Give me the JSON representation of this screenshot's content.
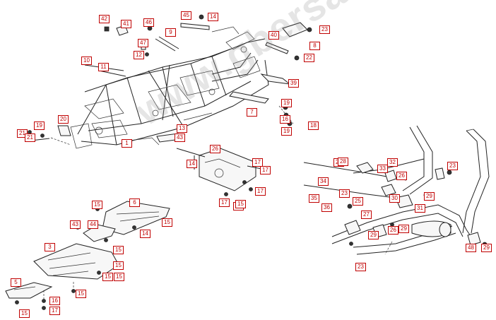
{
  "watermark": "www.gbersatzteile.de",
  "colors": {
    "callout": "#c00000",
    "line": "#222222",
    "watermark": "#969696"
  },
  "callouts": [
    {
      "n": "42"
    },
    {
      "n": "41"
    },
    {
      "n": "46"
    },
    {
      "n": "9"
    },
    {
      "n": "45"
    },
    {
      "n": "14"
    },
    {
      "n": "47"
    },
    {
      "n": "12"
    },
    {
      "n": "10"
    },
    {
      "n": "11"
    },
    {
      "n": "40"
    },
    {
      "n": "23"
    },
    {
      "n": "8"
    },
    {
      "n": "22"
    },
    {
      "n": "39"
    },
    {
      "n": "7"
    },
    {
      "n": "19"
    },
    {
      "n": "16"
    },
    {
      "n": "18"
    },
    {
      "n": "19"
    },
    {
      "n": "20"
    },
    {
      "n": "21"
    },
    {
      "n": "19"
    },
    {
      "n": "21"
    },
    {
      "n": "13"
    },
    {
      "n": "43"
    },
    {
      "n": "1"
    },
    {
      "n": "14"
    },
    {
      "n": "26"
    },
    {
      "n": "17"
    },
    {
      "n": "17"
    },
    {
      "n": "17"
    },
    {
      "n": "17"
    },
    {
      "n": "15"
    },
    {
      "n": "25"
    },
    {
      "n": "33"
    },
    {
      "n": "32"
    },
    {
      "n": "26"
    },
    {
      "n": "23"
    },
    {
      "n": "28"
    },
    {
      "n": "34"
    },
    {
      "n": "23"
    },
    {
      "n": "30"
    },
    {
      "n": "35"
    },
    {
      "n": "36"
    },
    {
      "n": "31"
    },
    {
      "n": "27"
    },
    {
      "n": "25"
    },
    {
      "n": "29"
    },
    {
      "n": "29"
    },
    {
      "n": "26"
    },
    {
      "n": "29"
    },
    {
      "n": "23"
    },
    {
      "n": "48"
    },
    {
      "n": "29"
    },
    {
      "n": "15"
    },
    {
      "n": "6"
    },
    {
      "n": "43"
    },
    {
      "n": "44"
    },
    {
      "n": "15"
    },
    {
      "n": "14"
    },
    {
      "n": "15"
    },
    {
      "n": "3"
    },
    {
      "n": "15"
    },
    {
      "n": "15"
    },
    {
      "n": "15"
    },
    {
      "n": "5"
    },
    {
      "n": "15"
    },
    {
      "n": "16"
    },
    {
      "n": "17"
    },
    {
      "n": "15"
    },
    {
      "n": "15"
    }
  ]
}
